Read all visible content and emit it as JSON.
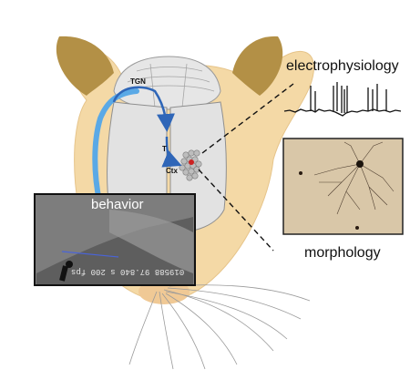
{
  "labels": {
    "electrophysiology": "electrophysiology",
    "morphology": "morphology",
    "behavior": "behavior",
    "tgn": "TGN",
    "thalamus": "T",
    "cortex": "Ctx"
  },
  "video_stamp": "019588 97.840 s 200 fps",
  "colors": {
    "fur": "#f4d9a6",
    "ear_inner": "#b39046",
    "brain": "#e4e4e4",
    "pathway_blue": "#2f66b8",
    "pathway_light_blue": "#5aa9e6",
    "cortex_marker": "#cc2222",
    "morph_background": "#d9c7a8"
  }
}
